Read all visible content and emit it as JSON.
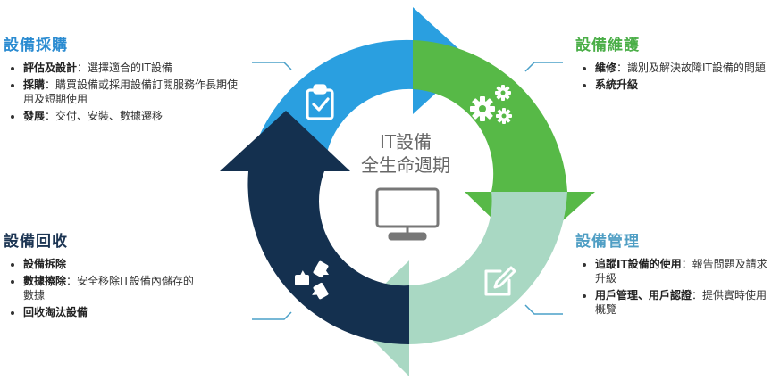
{
  "center": {
    "line1": "IT設備",
    "line2": "全生命週期"
  },
  "colors": {
    "planning": "#2a9fe0",
    "maintenance": "#57b947",
    "management": "#a9d8c3",
    "retirement": "#14304f",
    "center_text": "#666666",
    "connector": "#4aa0c8"
  },
  "icons": {
    "planning": "clipboard-check-icon",
    "maintenance": "gears-icon",
    "management": "edit-pencil-icon",
    "retirement": "recycle-icon",
    "center": "monitor-icon"
  },
  "panels": {
    "planning": {
      "title": "設備採購",
      "items": [
        {
          "term": "評估及設計",
          "desc": "：選擇適合的IT設備"
        },
        {
          "term": "採購",
          "desc": "：購買設備或採用設備訂閱服務作長期使用及短期使用"
        },
        {
          "term": "發展",
          "desc": "：交付、安裝、數據遷移"
        }
      ]
    },
    "maintenance": {
      "title": "設備維護",
      "items": [
        {
          "term": "維修",
          "desc": "：識別及解決故障IT設備的問題"
        },
        {
          "term": "系統升級",
          "desc": ""
        }
      ]
    },
    "management": {
      "title": "設備管理",
      "items": [
        {
          "term": "追蹤IT設備的使用",
          "desc": "：報告問題及請求升級"
        },
        {
          "term": "用戶管理、用戶認證",
          "desc": "：提供實時使用概覽"
        }
      ]
    },
    "retirement": {
      "title": "設備回收",
      "items": [
        {
          "term": "設備拆除",
          "desc": ""
        },
        {
          "term": "數據擦除",
          "desc": "：安全移除IT設備內儲存的數據"
        },
        {
          "term": "回收淘汰設備",
          "desc": ""
        }
      ]
    }
  }
}
